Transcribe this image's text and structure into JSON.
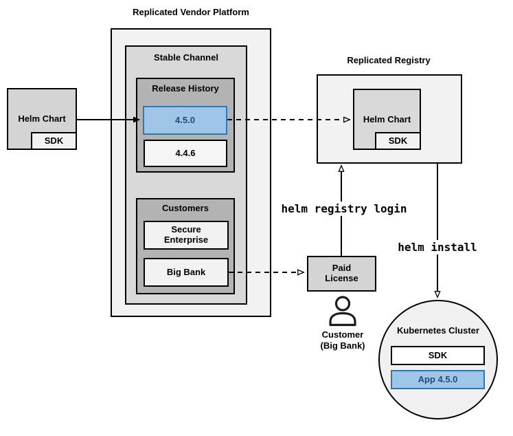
{
  "colors": {
    "highlight_fill": "#9fc5e8",
    "highlight_border": "#2e75b6",
    "highlight_text": "#1f4e79"
  },
  "vendor_platform": {
    "title": "Replicated Vendor Platform",
    "stable_channel": {
      "title": "Stable Channel",
      "release_history": {
        "title": "Release History",
        "releases": [
          {
            "version": "4.5.0",
            "highlighted": true
          },
          {
            "version": "4.4.6",
            "highlighted": false
          }
        ]
      },
      "customers": {
        "title": "Customers",
        "items": [
          {
            "name": "Secure Enterprise"
          },
          {
            "name": "Big Bank"
          }
        ]
      }
    }
  },
  "source_chart": {
    "label": "Helm Chart",
    "sdk": "SDK"
  },
  "registry": {
    "title": "Replicated Registry",
    "helm_chart": "Helm Chart",
    "sdk": "SDK"
  },
  "paid_license": {
    "label": "Paid License"
  },
  "customer": {
    "line1": "Customer",
    "line2": "(Big Bank)",
    "icon": "person-icon"
  },
  "commands": {
    "registry_login": "helm registry login",
    "install": "helm install"
  },
  "cluster": {
    "title": "Kubernetes Cluster",
    "sdk": "SDK",
    "app": "App 4.5.0"
  }
}
